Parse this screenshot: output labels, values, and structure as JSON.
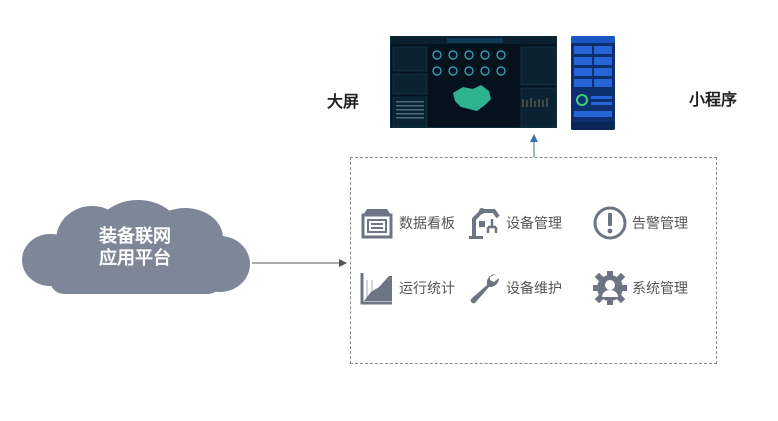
{
  "platform": {
    "label_line1": "装备联网",
    "label_line2": "应用平台"
  },
  "screens": {
    "big_screen_label": "大屏",
    "mini_program_label": "小程序"
  },
  "modules": [
    {
      "label": "数据看板",
      "icon": "dashboard-icon"
    },
    {
      "label": "设备管理",
      "icon": "robot-arm-icon"
    },
    {
      "label": "告警管理",
      "icon": "alert-icon"
    },
    {
      "label": "运行统计",
      "icon": "chart-icon"
    },
    {
      "label": "设备维护",
      "icon": "wrench-icon"
    },
    {
      "label": "系统管理",
      "icon": "gear-user-icon"
    }
  ],
  "colors": {
    "cloud": "#7d8797",
    "icon": "#6d7585",
    "arrow": "#3a6ea8",
    "dashed_border": "#8a8a8a"
  }
}
